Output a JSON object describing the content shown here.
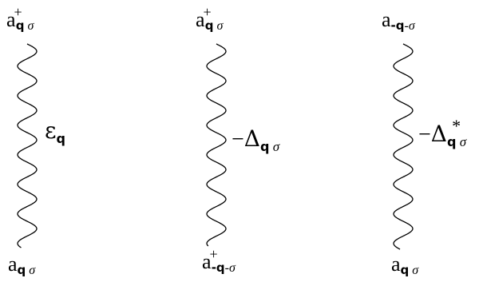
{
  "diagrams": [
    {
      "top": {
        "base": "a",
        "sup": "+",
        "sub_bold": "q",
        "sub_rest": "σ"
      },
      "middle": {
        "prefix": "",
        "symbol": "ε",
        "sub_bold": "q",
        "sub_rest": "",
        "star": ""
      },
      "bottom": {
        "base": "a",
        "sup": "",
        "sub_bold": "q",
        "sub_rest": "σ"
      }
    },
    {
      "top": {
        "base": "a",
        "sup": "+",
        "sub_bold": "q",
        "sub_rest": "σ"
      },
      "middle": {
        "prefix": "−",
        "symbol": "Δ",
        "sub_bold": "q",
        "sub_rest": "σ",
        "star": ""
      },
      "bottom": {
        "base": "a",
        "sup": "+",
        "sub_bold": "-q",
        "sub_rest": "-σ"
      }
    },
    {
      "top": {
        "base": "a",
        "sup": "",
        "sub_bold": "-q",
        "sub_rest": "-σ"
      },
      "middle": {
        "prefix": "−",
        "symbol": "Δ",
        "sub_bold": "q",
        "sub_rest": "σ",
        "star": "*"
      },
      "bottom": {
        "base": "a",
        "sup": "",
        "sub_bold": "q",
        "sub_rest": "σ"
      }
    }
  ]
}
